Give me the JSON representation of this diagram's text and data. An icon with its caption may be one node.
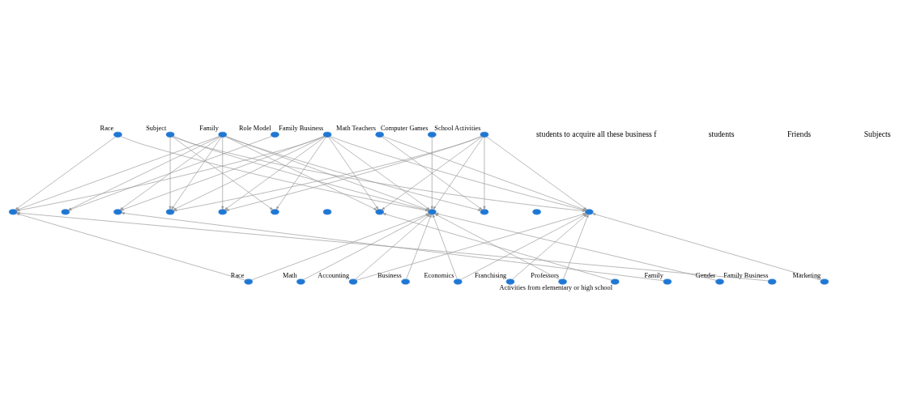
{
  "diagram": {
    "nodes": [
      {
        "text": [
          "Race"
        ]
      },
      {
        "text": [
          "Subject"
        ]
      },
      {
        "text": [
          "Family"
        ]
      },
      {
        "text": [
          "Role Model"
        ]
      },
      {
        "text": [
          "Family Business"
        ]
      },
      {
        "text": [
          "Math Teachers"
        ]
      },
      {
        "text": [
          "Computer Games"
        ]
      },
      {
        "text": [
          "School Activities"
        ]
      },
      {
        "text": [],
        "shape": "circle"
      },
      {
        "text": [],
        "shape": "circle"
      },
      {
        "text": [],
        "shape": "circle"
      },
      {
        "text": [],
        "shape": "circle"
      },
      {
        "text": [],
        "shape": "circle"
      },
      {
        "text": [],
        "shape": "circle"
      },
      {
        "text": [],
        "shape": "circle"
      },
      {
        "text": [],
        "shape": "circle"
      },
      {
        "text": [],
        "shape": "circle"
      },
      {
        "text": [],
        "shape": "circle"
      },
      {
        "text": [],
        "shape": "circle"
      },
      {
        "text": [],
        "shape": "circle"
      },
      {
        "text": [
          "Race"
        ]
      },
      {
        "text": [
          "Math"
        ]
      },
      {
        "text": [
          "Accounting"
        ]
      },
      {
        "text": [
          "Business"
        ]
      },
      {
        "text": [
          "Economics"
        ]
      },
      {
        "text": [
          "Franchising"
        ]
      },
      {
        "text": [
          "Professors"
        ]
      },
      {
        "text": [
          "Activities from elementary or high school"
        ]
      },
      {
        "text": [
          "Family"
        ]
      },
      {
        "text": [
          "Gender"
        ]
      },
      {
        "text": [
          "Family Business"
        ]
      },
      {
        "text": [
          "Marketing"
        ]
      }
    ],
    "edges": [
      {
        "from": 0,
        "to": 8,
        "arrow": "to"
      },
      {
        "from": 0,
        "to": 16,
        "arrow": "to"
      },
      {
        "from": 1,
        "to": 11,
        "arrow": "to"
      },
      {
        "from": 1,
        "to": 13,
        "arrow": "to"
      },
      {
        "from": 1,
        "to": 16,
        "arrow": "to"
      },
      {
        "from": 1,
        "to": 19,
        "arrow": "to"
      },
      {
        "from": 2,
        "to": 8,
        "arrow": "to"
      },
      {
        "from": 2,
        "to": 9,
        "arrow": "to"
      },
      {
        "from": 2,
        "to": 10,
        "arrow": "to"
      },
      {
        "from": 2,
        "to": 11,
        "arrow": "to"
      },
      {
        "from": 2,
        "to": 12,
        "arrow": "to"
      },
      {
        "from": 2,
        "to": 15,
        "arrow": "to"
      },
      {
        "from": 2,
        "to": 16,
        "arrow": "to"
      },
      {
        "from": 2,
        "to": 17,
        "arrow": "to"
      },
      {
        "from": 3,
        "to": 9,
        "arrow": "to"
      },
      {
        "from": 4,
        "to": 8,
        "arrow": "to"
      },
      {
        "from": 4,
        "to": 10,
        "arrow": "to"
      },
      {
        "from": 4,
        "to": 11,
        "arrow": "to"
      },
      {
        "from": 4,
        "to": 12,
        "arrow": "to"
      },
      {
        "from": 4,
        "to": 13,
        "arrow": "to"
      },
      {
        "from": 4,
        "to": 15,
        "arrow": "to"
      },
      {
        "from": 4,
        "to": 16,
        "arrow": "to"
      },
      {
        "from": 4,
        "to": 19,
        "arrow": "to"
      },
      {
        "from": 5,
        "to": 17,
        "arrow": "to"
      },
      {
        "from": 5,
        "to": 19,
        "arrow": "to"
      },
      {
        "from": 6,
        "to": 16,
        "arrow": "to"
      },
      {
        "from": 7,
        "to": 11,
        "arrow": "to"
      },
      {
        "from": 7,
        "to": 12,
        "arrow": "to"
      },
      {
        "from": 7,
        "to": 15,
        "arrow": "to"
      },
      {
        "from": 7,
        "to": 16,
        "arrow": "to"
      },
      {
        "from": 7,
        "to": 17,
        "arrow": "to"
      },
      {
        "from": 7,
        "to": 19,
        "arrow": "to"
      },
      {
        "from": 20,
        "to": 8,
        "arrow": "to"
      },
      {
        "from": 20,
        "to": 16,
        "arrow": "to"
      },
      {
        "from": 21,
        "to": 16,
        "arrow": "to"
      },
      {
        "from": 22,
        "to": 16,
        "arrow": "to"
      },
      {
        "from": 22,
        "to": 19,
        "arrow": "to"
      },
      {
        "from": 23,
        "to": 16,
        "arrow": "to"
      },
      {
        "from": 24,
        "to": 16,
        "arrow": "to"
      },
      {
        "from": 24,
        "to": 19,
        "arrow": "to"
      },
      {
        "from": 25,
        "to": 19,
        "arrow": "to"
      },
      {
        "from": 26,
        "to": 16,
        "arrow": "to"
      },
      {
        "from": 26,
        "to": 19,
        "arrow": "to"
      },
      {
        "from": 27,
        "to": 15,
        "arrow": "to"
      },
      {
        "from": 28,
        "to": 10,
        "arrow": "to"
      },
      {
        "from": 29,
        "to": 16,
        "arrow": "to"
      },
      {
        "from": 30,
        "to": 8,
        "arrow": "to"
      },
      {
        "from": 31,
        "to": 19,
        "arrow": "to"
      }
    ],
    "labels": [
      "students to acquire all these business f",
      "students",
      "Friends",
      "Subjects"
    ]
  }
}
